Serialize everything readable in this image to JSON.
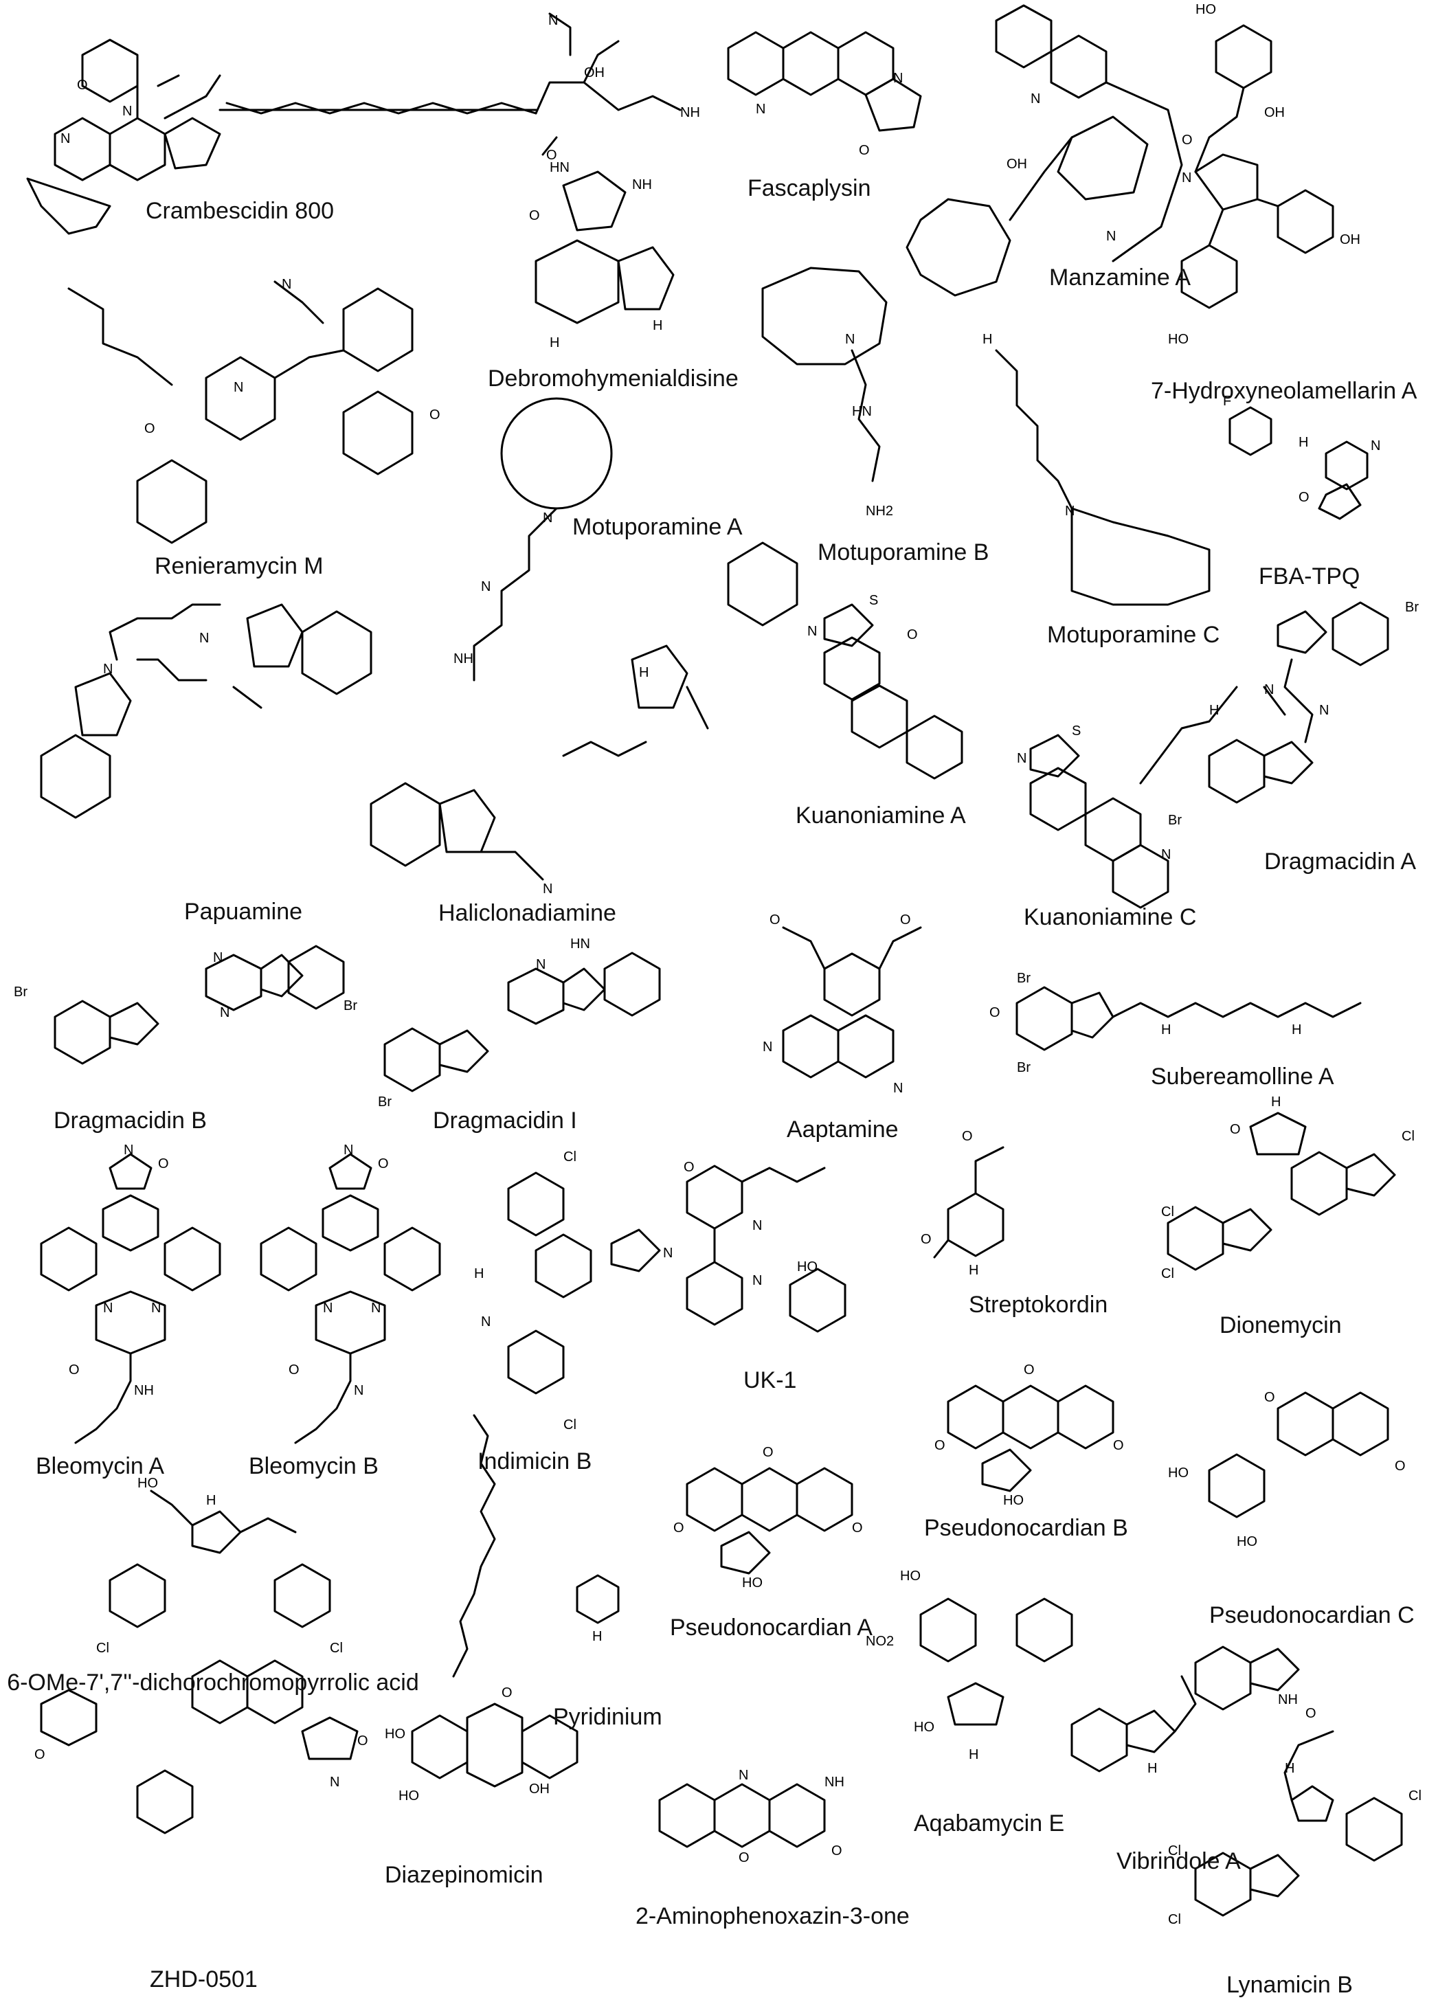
{
  "compounds": {
    "crambescidin_800": "Crambescidin 800",
    "fascaplysin": "Fascaplysin",
    "manzamine_a": "Manzamine A",
    "hydroxyneolamellarin_a": "7-Hydroxyneolamellarin A",
    "debromohymenialdisine": "Debromohymenialdisine",
    "renieramycin_m": "Renieramycin M",
    "motuporamine_a": "Motuporamine A",
    "motuporamine_b": "Motuporamine B",
    "motuporamine_c": "Motuporamine C",
    "fba_tpq": "FBA-TPQ",
    "papuamine": "Papuamine",
    "haliclonadiamine": "Haliclonadiamine",
    "kuanoniamine_a": "Kuanoniamine A",
    "kuanoniamine_c": "Kuanoniamine C",
    "dragmacidin_a": "Dragmacidin A",
    "dragmacidin_b": "Dragmacidin B",
    "dragmacidin_i": "Dragmacidin I",
    "aaptamine": "Aaptamine",
    "subereamolline_a": "Subereamolline A",
    "bleomycin_a": "Bleomycin A",
    "bleomycin_b": "Bleomycin B",
    "indimicin_b": "Indimicin B",
    "uk_1": "UK-1",
    "streptokordin": "Streptokordin",
    "dionemycin": "Dionemycin",
    "pseudonocardian_b": "Pseudonocardian B",
    "pseudonocardian_c": "Pseudonocardian C",
    "pseudonocardian_a": "Pseudonocardian A",
    "dichlorochromopyrrolic_acid": "6-OMe-7',7''-dichorochromopyrrolic acid",
    "pyridinium": "Pyridinium",
    "diazepinomicin": "Diazepinomicin",
    "aqabamycin_e": "Aqabamycin E",
    "vibrindole_a": "Vibrindole A",
    "aminophenoxazinone": "2-Aminophenoxazin-3-one",
    "zhd_0501": "ZHD-0501",
    "lynamicin_b": "Lynamicin B"
  }
}
